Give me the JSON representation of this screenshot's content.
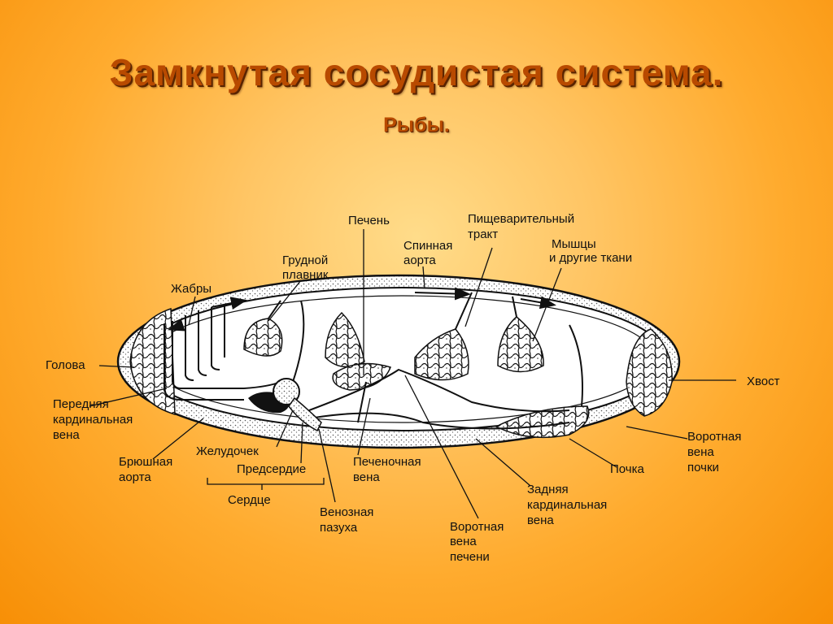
{
  "slide": {
    "title": "Замкнутая сосудистая система.",
    "subtitle": "Рыбы."
  },
  "colors": {
    "background": "#ffab2e",
    "title": "#b84a00",
    "diagram_fill": "#ffffff",
    "diagram_ink": "#111111"
  },
  "labels": {
    "liver": "Печень",
    "digestive_1": "Пищеварительный",
    "digestive_2": "тракт",
    "dorsal_aorta_1": "Спинная",
    "dorsal_aorta_2": "аорта",
    "muscles_1": "Мышцы",
    "muscles_2": "и другие ткани",
    "pectoral_fin_1": "Грудной",
    "pectoral_fin_2": "плавник",
    "gills": "Жабры",
    "head": "Голова",
    "tail": "Хвост",
    "anterior_cardinal_1": "Передняя",
    "anterior_cardinal_2": "кардинальная",
    "anterior_cardinal_3": "вена",
    "ventral_aorta_1": "Брюшная",
    "ventral_aorta_2": "аорта",
    "ventricle": "Желудочек",
    "atrium": "Предсердие",
    "heart": "Сердце",
    "hepatic_vein_1": "Печеночная",
    "hepatic_vein_2": "вена",
    "sinus_1": "Венозная",
    "sinus_2": "пазуха",
    "hepatic_portal_1": "Воротная",
    "hepatic_portal_2": "вена",
    "hepatic_portal_3": "печени",
    "posterior_cardinal_1": "Задняя",
    "posterior_cardinal_2": "кардинальная",
    "posterior_cardinal_3": "вена",
    "kidney": "Почка",
    "renal_portal_1": "Воротная",
    "renal_portal_2": "вена",
    "renal_portal_3": "почки"
  }
}
